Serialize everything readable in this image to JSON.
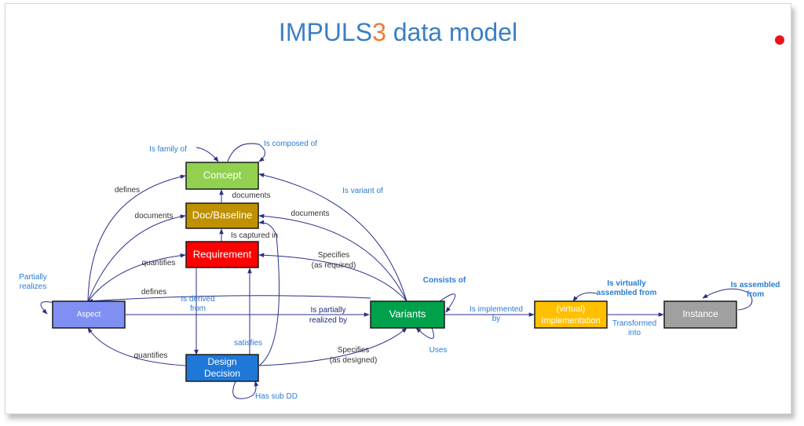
{
  "title": {
    "main": "IMPULS",
    "accent": "3",
    "rest": " data model"
  },
  "nodes": {
    "concept": "Concept",
    "doc_baseline": "Doc/Baseline",
    "requirement": "Requirement",
    "aspect": "Aspect",
    "design_decision": [
      "Design",
      "Decision"
    ],
    "variants": "Variants",
    "implementation": [
      "(virtual)",
      "Implementation"
    ],
    "instance": "Instance"
  },
  "colors": {
    "concept": "#92d050",
    "doc_baseline": "#bf9000",
    "requirement": "#ff0000",
    "aspect": "#7f8ff2",
    "design_decision": "#1f78d8",
    "variants": "#00a14b",
    "implementation": "#ffc000",
    "instance": "#a0a0a0",
    "edge": "#2a2f8a",
    "red_dot": "#e8141c"
  },
  "labels": {
    "is_family_of": "Is family of",
    "is_composed_of": "Is composed of",
    "defines_top": "defines",
    "documents_concept": "documents",
    "documents_left": "documents",
    "documents_right": "documents",
    "is_variant_of": "Is variant  of",
    "is_captured_in": "Is captured in",
    "quantifies_top": "quantifies",
    "specifies_required": [
      "Specifies",
      "(as required)"
    ],
    "partially_realizes": [
      "Partially",
      "realizes"
    ],
    "defines_mid": "defines",
    "is_derived_from": [
      "Is derived",
      "from"
    ],
    "is_partially_realized_by": [
      "Is partially",
      "realized by"
    ],
    "consists_of": "Consists of",
    "is_implemented_by": [
      "Is implemented",
      "by"
    ],
    "is_virtually_assembled_from": [
      "Is virtually",
      "assembled from"
    ],
    "is_assembled_from": [
      "Is assembled",
      "from"
    ],
    "transformed_into": [
      "Transformed",
      "into"
    ],
    "satisfies": "satisfies",
    "quantifies_bottom": "quantifies",
    "specifies_designed": [
      "Specifies",
      "(as designed)"
    ],
    "uses": "Uses",
    "has_sub_dd": "Has sub DD"
  }
}
